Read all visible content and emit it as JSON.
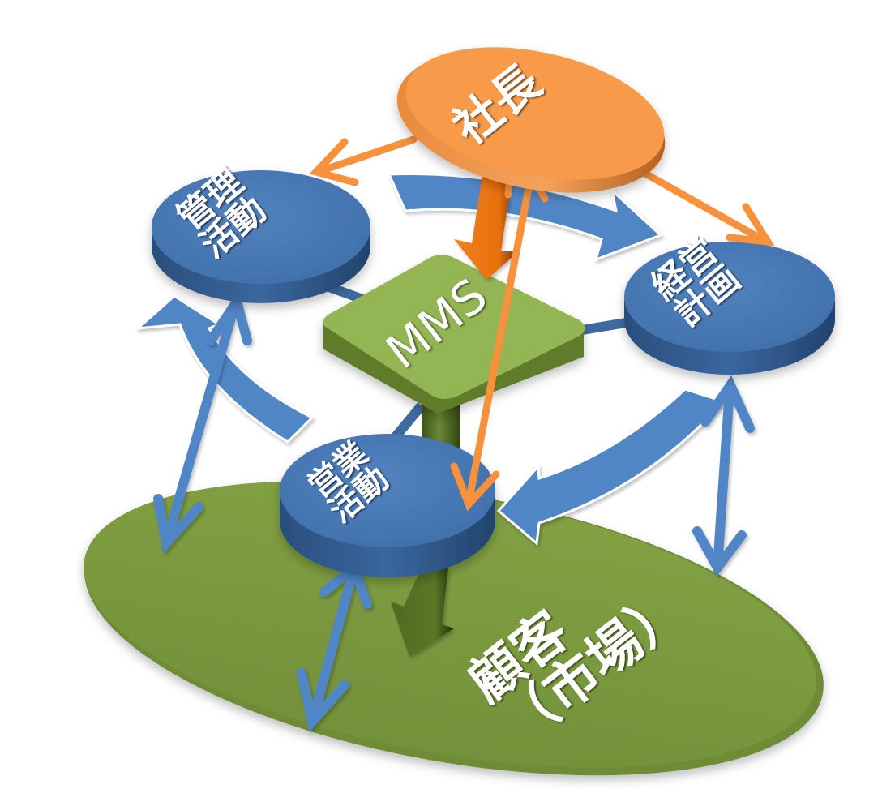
{
  "diagram": {
    "title": "MMS management cycle",
    "colors": {
      "blue_disc": "#4a7ab8",
      "blue_disc_side": "#2f5683",
      "blue_arrow": "#5186c6",
      "green_base": "#7c9b3e",
      "green_box": "#93b553",
      "green_box_side": "#5f7c2c",
      "orange_top": "#f79a48",
      "orange_side": "#d1742a",
      "orange_arrow": "#f7913c",
      "orange_main_arrow": "#ee7311",
      "label_text": "#ffffff"
    },
    "nodes": {
      "president": {
        "label": "社長"
      },
      "management": {
        "line1": "管理",
        "line2": "活動"
      },
      "business_plan": {
        "line1": "経営",
        "line2": "計画"
      },
      "mms": {
        "label": "MMS"
      },
      "sales": {
        "line1": "営業",
        "line2": "活動"
      },
      "customer": {
        "line1": "顧客",
        "line2": "（市場）"
      }
    },
    "connections": [
      {
        "from": "president",
        "to": "management",
        "type": "thin-orange-arrow"
      },
      {
        "from": "president",
        "to": "business_plan",
        "type": "thin-orange-arrow"
      },
      {
        "from": "president",
        "to": "sales",
        "type": "thin-orange-arrow"
      },
      {
        "from": "president",
        "to": "mms",
        "type": "thick-orange-arrow"
      },
      {
        "from": "management",
        "to": "business_plan",
        "type": "curved-blue-arrow"
      },
      {
        "from": "business_plan",
        "to": "sales",
        "type": "curved-blue-arrow"
      },
      {
        "from": "sales",
        "to": "management",
        "type": "curved-blue-arrow"
      },
      {
        "from": "management",
        "to": "customer",
        "type": "double-blue-arrow"
      },
      {
        "from": "business_plan",
        "to": "customer",
        "type": "double-blue-arrow"
      },
      {
        "from": "sales",
        "to": "customer",
        "type": "double-blue-arrow"
      },
      {
        "from": "mms",
        "to": "customer",
        "type": "thick-green-arrow"
      }
    ]
  }
}
